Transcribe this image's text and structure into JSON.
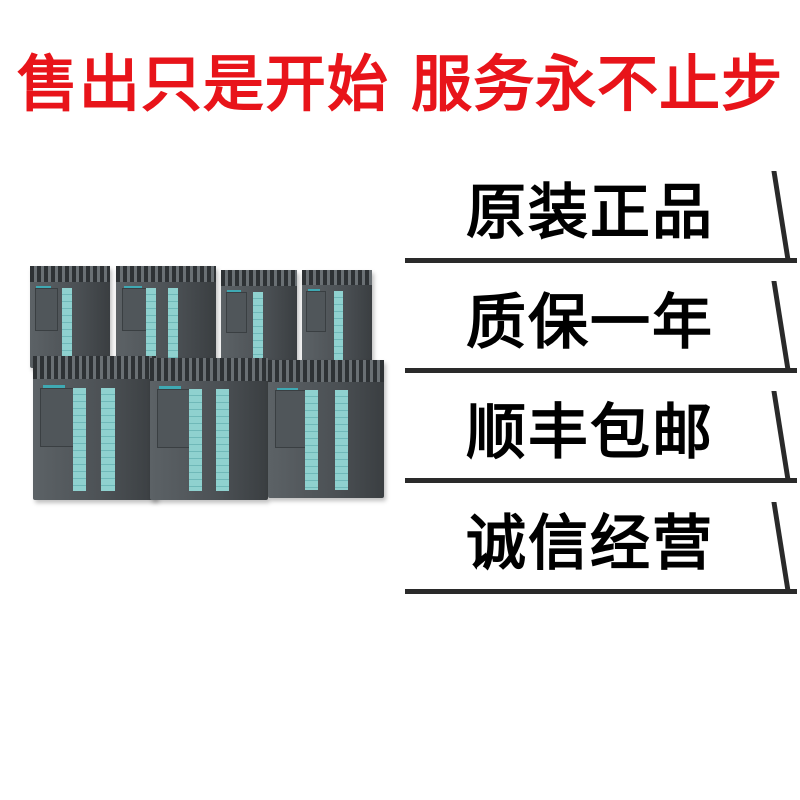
{
  "slogan": "售出只是开始 服务永不止步",
  "colors": {
    "slogan": "#e8141a",
    "badge_text": "#000000",
    "badge_line": "#2a2a2a"
  },
  "badges": [
    {
      "label": "原装正品"
    },
    {
      "label": "质保一年"
    },
    {
      "label": "顺丰包邮"
    },
    {
      "label": "诚信经营"
    }
  ]
}
